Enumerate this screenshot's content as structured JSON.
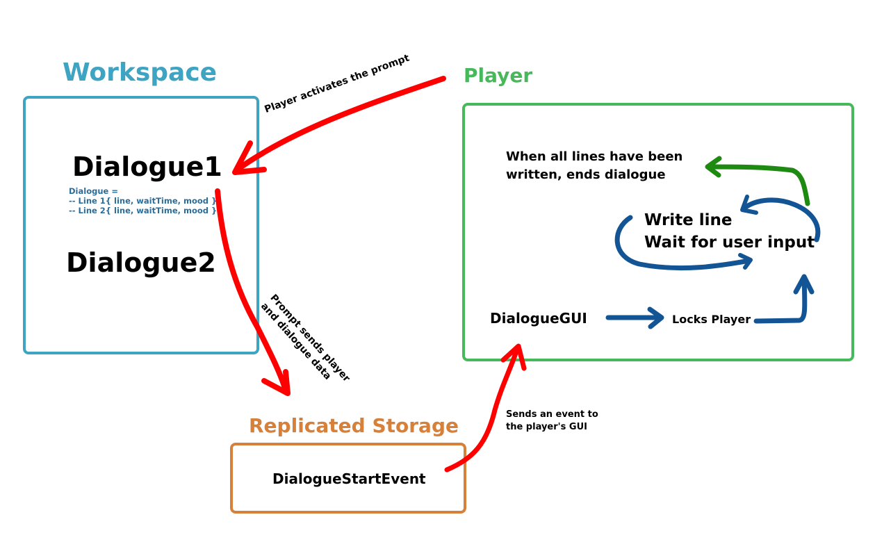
{
  "colors": {
    "workspace": "#3fa3c2",
    "player": "#46b95a",
    "replicated": "#d6803a",
    "red_arrow": "#ff0000",
    "blue_arrow": "#135494",
    "green_arrow": "#1e8a12",
    "code_text": "#2a6e9b"
  },
  "workspace": {
    "title": "Workspace",
    "dialogue1": "Dialogue1",
    "code_lines": [
      "Dialogue =",
      "-- Line 1{ line, waitTime, mood },",
      "-- Line 2{ line, waitTime, mood },"
    ],
    "dialogue2": "Dialogue2"
  },
  "player": {
    "title": "Player",
    "end_note_line1": "When all lines have been",
    "end_note_line2": "written, ends dialogue",
    "loop_line1": "Write line",
    "loop_line2": "Wait for user input",
    "gui": "DialogueGUI",
    "locks": "Locks Player"
  },
  "replicated": {
    "title": "Replicated Storage",
    "event": "DialogueStartEvent"
  },
  "annotations": {
    "activates": "Player activates the prompt",
    "sends_line1": "Prompt sends player",
    "sends_line2": "and dialogue data",
    "event_line1": "Sends an event to",
    "event_line2": "the player's GUI"
  }
}
